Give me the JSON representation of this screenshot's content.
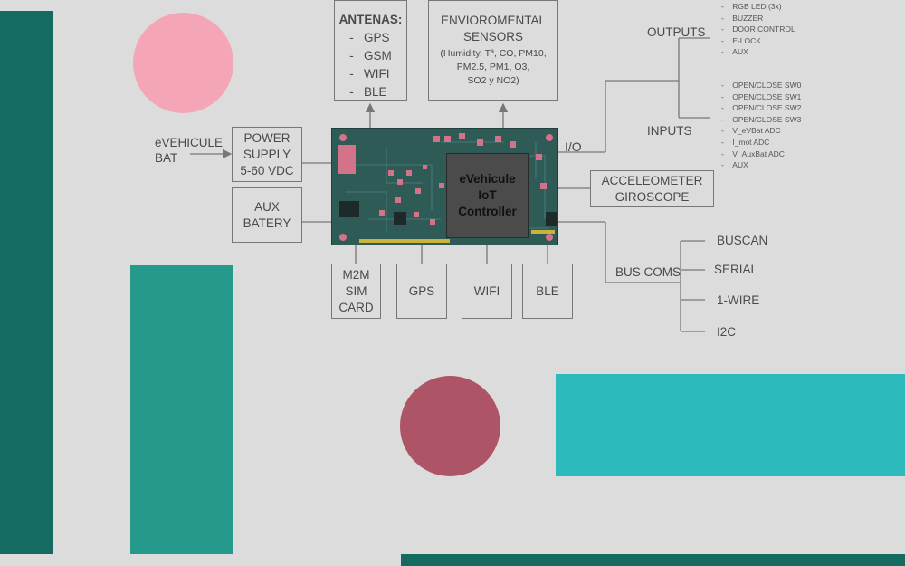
{
  "colors": {
    "background": "#dcdcdc",
    "teal_dark": "#156b60",
    "teal_mid": "#24998c",
    "teal_light": "#2dbabd",
    "pink": "#f4a6b6",
    "maroon": "#ad5466",
    "pcb": "#2f5b57",
    "line": "#777777"
  },
  "antennas": {
    "title": "ANTENAS:",
    "items": [
      "-   GPS",
      "-   GSM",
      "-   WIFI",
      "-   BLE"
    ]
  },
  "env_sensors": {
    "title_line1": "ENVIOROMENTAL",
    "title_line2": "SENSORS",
    "detail_line1": "(Humidity, Tª, CO, PM10,",
    "detail_line2": "PM2.5, PM1, O3,",
    "detail_line3": "SO2 y NO2)"
  },
  "outputs": {
    "label": "OUTPUTS",
    "items": [
      "RGB LED (3x)",
      "BUZZER",
      "DOOR CONTROL",
      "E-LOCK",
      "AUX"
    ]
  },
  "inputs": {
    "label": "INPUTS",
    "items": [
      "OPEN/CLOSE SW0",
      "OPEN/CLOSE SW1",
      "OPEN/CLOSE SW2",
      "OPEN/CLOSE SW3",
      "V_eVBat ADC",
      "I_mot ADC",
      "V_AuxBat ADC",
      "AUX"
    ]
  },
  "io_label": "I/O",
  "battery": {
    "line1": "eVEHICULE",
    "line2": "BAT"
  },
  "power_supply": {
    "line1": "POWER",
    "line2": "SUPPLY",
    "line3": "5-60 VDC"
  },
  "aux_battery": {
    "line1": "AUX",
    "line2": "BATERY"
  },
  "controller": {
    "line1": "eVehicule",
    "line2": "IoT",
    "line3": "Controller"
  },
  "accelerometer": {
    "line1": "ACCELEOMETER",
    "line2": "GIROSCOPE"
  },
  "bottom_modules": {
    "m2m": {
      "line1": "M2M",
      "line2": "SIM",
      "line3": "CARD"
    },
    "gps": "GPS",
    "wifi": "WIFI",
    "ble": "BLE"
  },
  "bus_coms": {
    "label": "BUS COMS",
    "items": [
      "BUSCAN",
      "SERIAL",
      "1-WIRE",
      "I2C"
    ]
  }
}
